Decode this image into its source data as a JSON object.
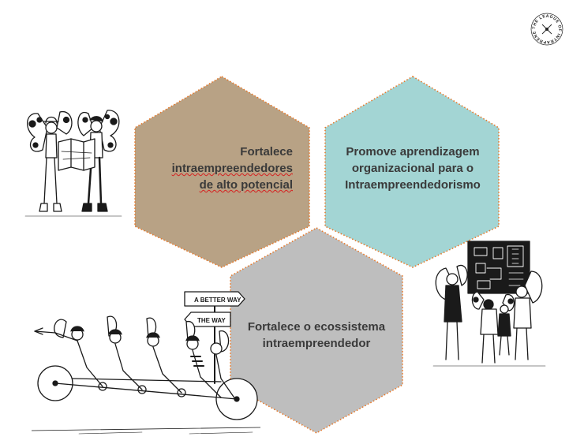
{
  "logo": {
    "ring_text": "THE LEAGUE OF INTRAPRENEURS · "
  },
  "hexagons": [
    {
      "lines": [
        "Fortalece",
        "intraempreendedores",
        "de alto potencial"
      ],
      "fill": "#b8a285",
      "border": "#e8792a"
    },
    {
      "lines": [
        "Promove aprendizagem",
        "organizacional para o",
        "Intraempreendedorismo"
      ],
      "fill": "#a3d5d4",
      "border": "#e8792a"
    },
    {
      "lines": [
        "Fortalece o ecossistema",
        "intraempreendedor"
      ],
      "fill": "#bebebe",
      "border": "#e8792a"
    }
  ],
  "signs": {
    "top": "A BETTER WAY",
    "bottom": "THE WAY"
  },
  "colors": {
    "ink": "#1a1a1a",
    "text": "#3a3a3a",
    "spellcheck": "#d61f1f"
  }
}
